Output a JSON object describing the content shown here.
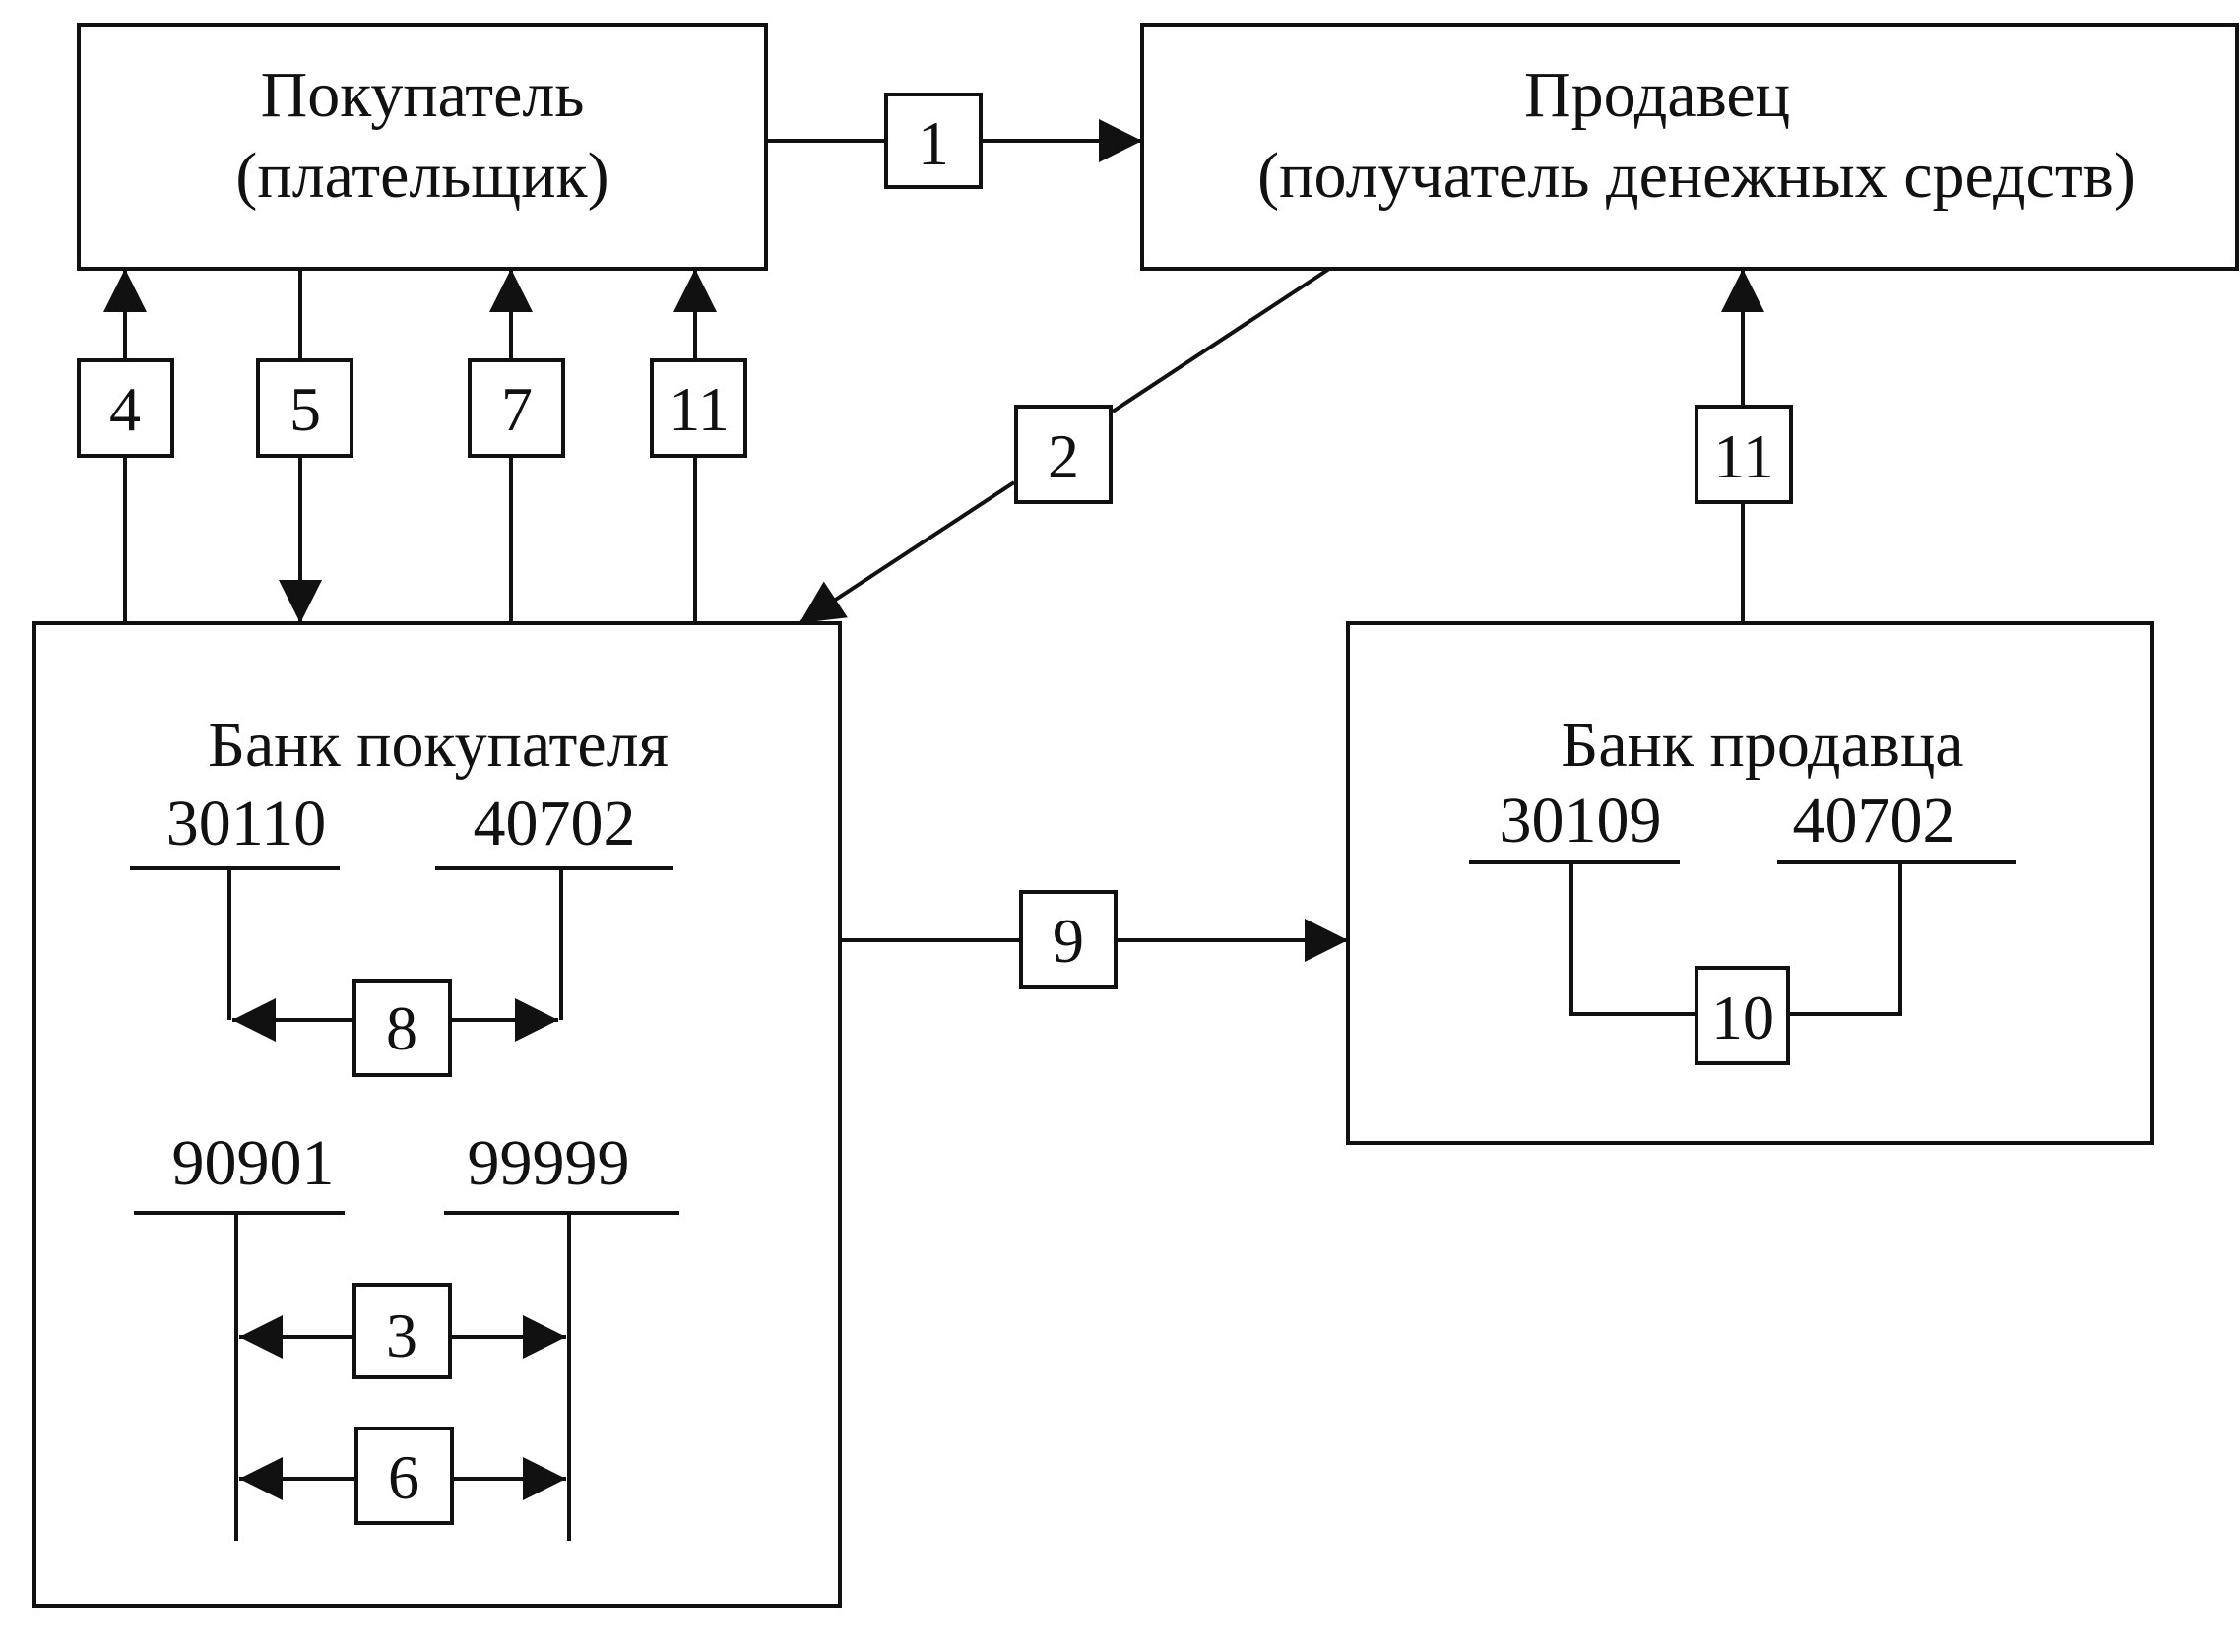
{
  "buyer": {
    "line1": "Покупатель",
    "line2": "(плательщик)"
  },
  "seller": {
    "line1": "Продавец",
    "line2": "(получатель денежных средств)"
  },
  "buyer_bank": {
    "title": "Банк покупателя",
    "acct_a": "30110",
    "acct_b": "40702",
    "acct_c": "90901",
    "acct_d": "99999"
  },
  "seller_bank": {
    "title": "Банк продавца",
    "acct_a": "30109",
    "acct_b": "40702"
  },
  "steps": {
    "s1": "1",
    "s2": "2",
    "s3": "3",
    "s4": "4",
    "s5": "5",
    "s6": "6",
    "s7": "7",
    "s8": "8",
    "s9": "9",
    "s10": "10",
    "s11a": "11",
    "s11b": "11"
  }
}
